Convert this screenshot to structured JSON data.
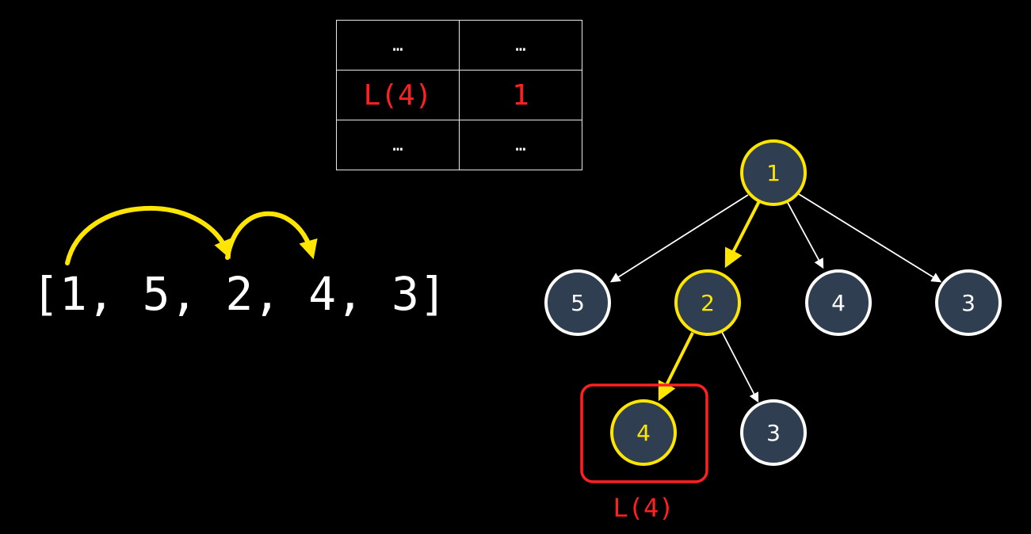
{
  "memo_table": {
    "rows": [
      {
        "key": "…",
        "value": "…",
        "highlighted": false
      },
      {
        "key": "L(4)",
        "value": "1",
        "highlighted": true
      },
      {
        "key": "…",
        "value": "…",
        "highlighted": false
      }
    ]
  },
  "array": {
    "text": "[1, 5, 2, 4, 3]"
  },
  "tree": {
    "nodes": {
      "root": "1",
      "c1": "5",
      "c2": "2",
      "c3": "4",
      "c4": "3",
      "g1": "4",
      "g2": "3"
    },
    "highlight_label": "L(4)"
  },
  "colors": {
    "background": "#000000",
    "node_fill": "#2f3e50",
    "node_border_default": "#ffffff",
    "node_border_highlight": "#ffe600",
    "path_highlight": "#ffe600",
    "edge_default": "#ffffff",
    "memo_highlight": "#ff2020"
  }
}
